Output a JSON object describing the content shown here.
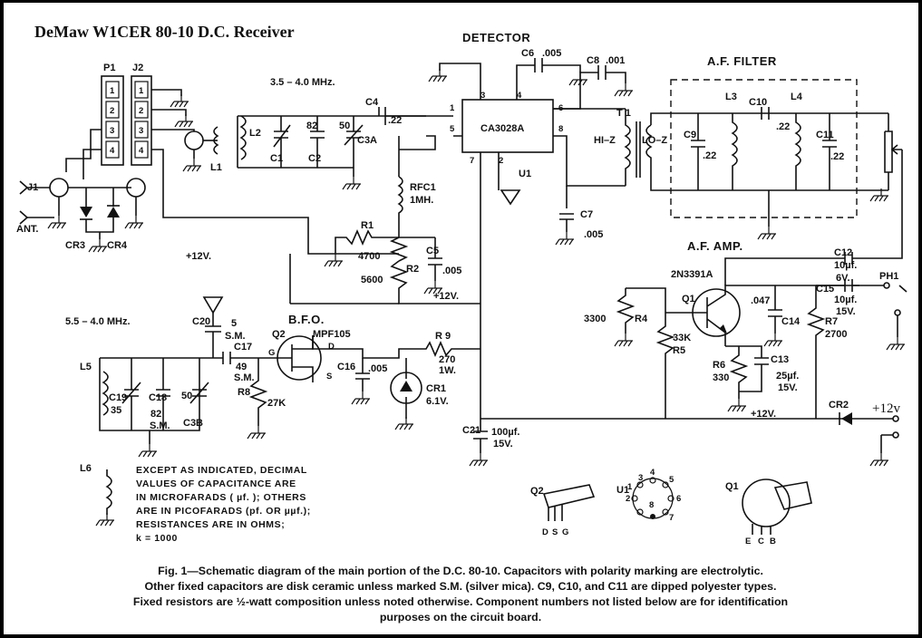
{
  "title": "DeMaw W1CER 80-10 D.C. Receiver",
  "plus12v_right": "+12v",
  "sections": {
    "detector": "DETECTOR",
    "af_filter": "A.F. FILTER",
    "af_amp": "A.F. AMP.",
    "bfo": "B.F.O."
  },
  "freq_top": "3.5 – 4.0 MHz.",
  "freq_bfo": "5.5 – 4.0 MHz.",
  "connectors": {
    "p1": "P1",
    "j2": "J2",
    "j1": "J1",
    "ant": "ANT.",
    "pins_p1": [
      "1",
      "2",
      "3",
      "4"
    ],
    "pins_j2": [
      "1",
      "2",
      "3",
      "4"
    ]
  },
  "components": {
    "l1": "L1",
    "l2": "L2",
    "c1": "C1",
    "c2": "C2",
    "c2_val": "82",
    "c3a": "C3A",
    "c3a_val": "50",
    "c4": "C4",
    "c4_val": ".22",
    "c5": "C5",
    "c5_val": ".005",
    "c6": "C6",
    "c6_val": ".005",
    "c8": "C8",
    "c8_val": ".001",
    "c7": "C7",
    "c7_val": ".005",
    "c9": "C9",
    "c9_val": ".22",
    "c10": "C10",
    "c10_val": ".22",
    "c11": "C11",
    "c11_val": ".22",
    "l3": "L3",
    "l4": "L4",
    "t1": "T 1",
    "hiz": "HI–Z",
    "loz": "LO–Z",
    "u1": "CA3028A",
    "u1_name": "U1",
    "pins_u1": [
      "1",
      "2",
      "3",
      "4",
      "5",
      "6",
      "7",
      "8"
    ],
    "rfc1": "RFC1",
    "rfc1_val": "1MH.",
    "r1": "R1",
    "r1_val": "4700",
    "r2": "R2",
    "r2_val": "5600",
    "cr3": "CR3",
    "cr4": "CR4",
    "plus12v_a": "+12V.",
    "plus12v_b": "+12V.",
    "plus12v_c": "+12V.",
    "c20": "C20",
    "c20_val": "5",
    "c20_sm": "S.M.",
    "q2": "Q2",
    "q2_type": "MPF105",
    "d": "D",
    "g": "G",
    "s": "S",
    "c17": "C17",
    "c17_val": "49",
    "c17_sm": "S.M.",
    "r8": "R8",
    "r8_val": "27K",
    "c16": "C16",
    "c16_val": ".005",
    "r9": "R 9",
    "r9_val": "270",
    "r9_w": "1W.",
    "cr1": "CR1",
    "cr1_val": "6.1V.",
    "c21": "C21",
    "c21_val": "100µf.",
    "c21_v": "15V.",
    "l5": "L5",
    "l6": "L6",
    "c19": "C19",
    "c19_val": "35",
    "c18": "C18",
    "c18_val": "82",
    "c18_sm": "S.M.",
    "c3b": "C3B",
    "c3b_val": "50",
    "q1": "Q1",
    "q1_type": "2N3391A",
    "r4": "R4",
    "r4_val": "3300",
    "r5": "R5",
    "r5_val": "33K",
    "r6": "R6",
    "r6_val": "330",
    "c13": "C13",
    "c13_val": "25µf.",
    "c13_v": "15V.",
    "c14": "C14",
    "c14_val": ".047",
    "c12": "C12",
    "c12_val": "10µf.",
    "c12_v": "6V.",
    "c15": "C15",
    "c15_val": "10µf.",
    "c15_v": "15V.",
    "r7": "R7",
    "r7_val": "2700",
    "ph1": "PH1",
    "cr2": "CR2"
  },
  "pinouts": {
    "q2": "Q2",
    "q2_pins": [
      "D",
      "S",
      "G"
    ],
    "u1": "U1",
    "u1_pins": [
      "1",
      "2",
      "3",
      "4",
      "5",
      "6",
      "7",
      "8"
    ],
    "q1": "Q1",
    "q1_pins": [
      "E",
      "C",
      "B"
    ]
  },
  "notes": [
    "EXCEPT AS INDICATED, DECIMAL",
    "VALUES OF CAPACITANCE ARE",
    "IN MICROFARADS ( µf. ); OTHERS",
    "ARE IN PICOFARADS (pf. OR µµf.);",
    "RESISTANCES ARE IN OHMS;",
    "k = 1000"
  ],
  "caption": [
    "Fig. 1—Schematic diagram of the main portion of the D.C. 80-10. Capacitors with polarity marking are electrolytic.",
    "Other fixed capacitors are disk ceramic unless marked S.M. (silver mica). C9, C10, and C11 are dipped polyester types.",
    "Fixed resistors are ½-watt composition unless noted otherwise. Component numbers not listed below are for identification",
    "purposes on the circuit board."
  ]
}
